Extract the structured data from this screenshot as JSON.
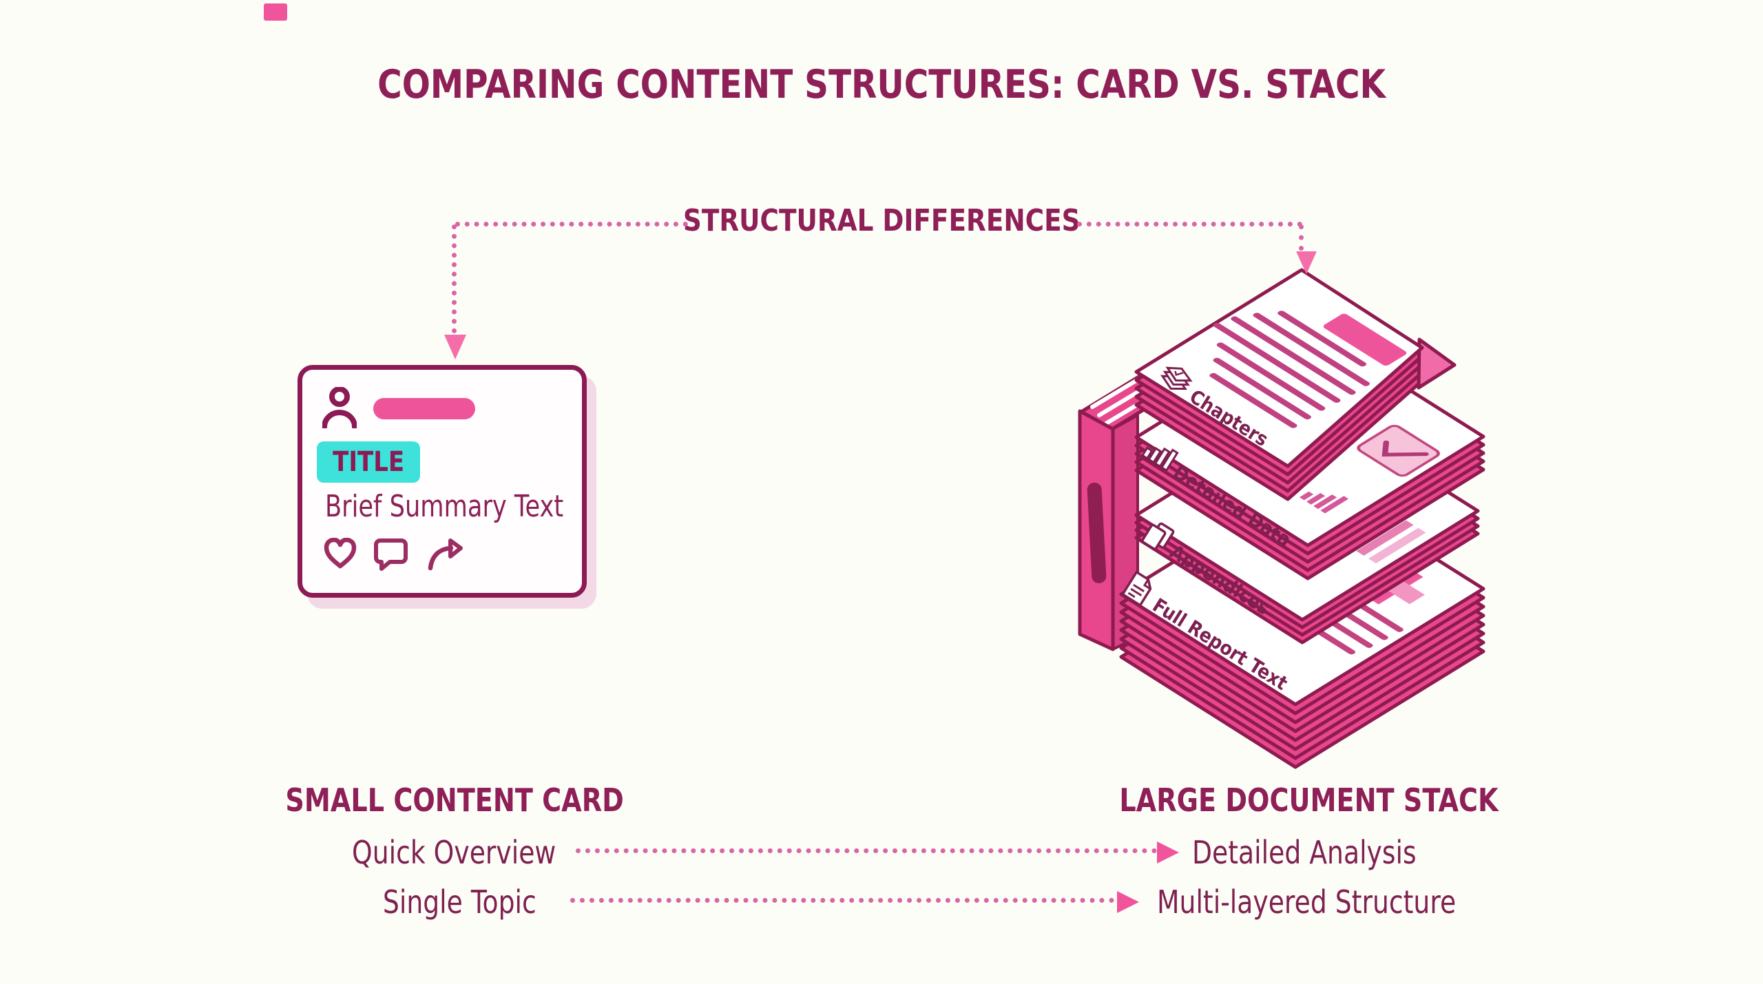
{
  "header": {
    "title": "COMPARING CONTENT STRUCTURES: CARD VS. STACK"
  },
  "connector": {
    "label": "STRUCTURAL DIFFERENCES"
  },
  "card": {
    "chip_label": "TITLE",
    "summary": "Brief Summary Text",
    "icons": [
      "user-avatar-icon",
      "heart-icon",
      "comment-bubble-icon",
      "share-arrow-icon"
    ]
  },
  "stack": {
    "layer_labels": [
      "Chapters",
      "Detailed Data",
      "Appendices",
      "Full Report Text"
    ],
    "layer_icons": [
      "stacked-pages-icon",
      "bar-chart-icon",
      "copy-pages-icon",
      "document-icon"
    ]
  },
  "comparison": {
    "left_heading": "SMALL CONTENT CARD",
    "right_heading": "LARGE DOCUMENT STACK",
    "rows": [
      {
        "left": "Quick Overview",
        "right": "Detailed Analysis"
      },
      {
        "left": "Single Topic",
        "right": "Multi-layered Structure"
      }
    ]
  },
  "colors": {
    "background": "#fdfdf8",
    "heading_text": "#8e1f57",
    "body_text": "#7e2150",
    "hot_pink": "#ee549a",
    "stack_pink": "#e8478d",
    "dark_outline": "#8e1b4f",
    "cyan_chip": "#3ee2da",
    "dots": "#d766a3",
    "arrow_pink": "#f0559c"
  }
}
